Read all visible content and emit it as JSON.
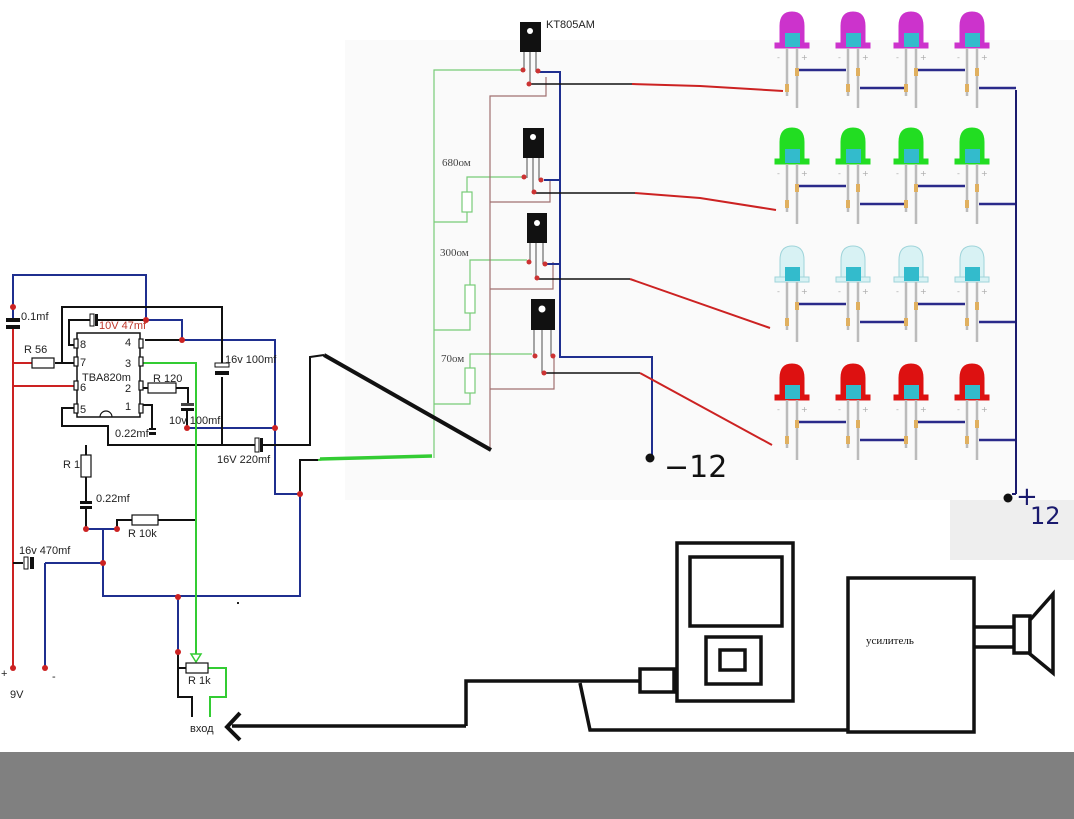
{
  "title": "LED color music circuit on TBA820M with KT805AM transistors",
  "amplifier": {
    "ic_label": "TBA820m",
    "pins": [
      "1",
      "2",
      "3",
      "4",
      "5",
      "6",
      "7",
      "8"
    ],
    "components": {
      "c_01": "0.1mf",
      "c_47": "10V 47mf",
      "r_56": "R 56",
      "c_100_16": "16v 100mf",
      "r_120": "R 120",
      "c_100_10": "10v 100mf",
      "c_022_top": "0.22mf",
      "c_220": "16V 220mf",
      "r_1": "R 1",
      "c_022_bottom": "0.22mf",
      "r_10k": "R 10k",
      "c_470": "16v 470mf",
      "r_1k": "R 1k"
    },
    "supply_plus": "+",
    "supply_minus": "-",
    "supply_voltage": "9V",
    "input_label": "вход"
  },
  "driver": {
    "transistor_label": "KT805AM",
    "resistors": [
      "680ом",
      "300ом",
      "70ом"
    ],
    "minus_label": "−12",
    "plus_label": "+",
    "plus_value": "12"
  },
  "led_matrix": {
    "rows": [
      {
        "color_name": "purple",
        "color": "#cc33cc",
        "count": 4
      },
      {
        "color_name": "green",
        "color": "#22dd22",
        "count": 4
      },
      {
        "color_name": "light-blue",
        "color": "#d8f2f4",
        "count": 4
      },
      {
        "color_name": "red",
        "color": "#dd1111",
        "count": 4
      }
    ],
    "lead_minus": "-",
    "lead_plus": "+"
  },
  "source": {
    "amplifier_label": "усилитель"
  },
  "colors": {
    "wire_black": "#111111",
    "wire_blue": "#1f2f8f",
    "wire_red": "#cc2222",
    "wire_green": "#33cc33",
    "wire_brown": "#a07070",
    "footer_gray": "#808080"
  }
}
